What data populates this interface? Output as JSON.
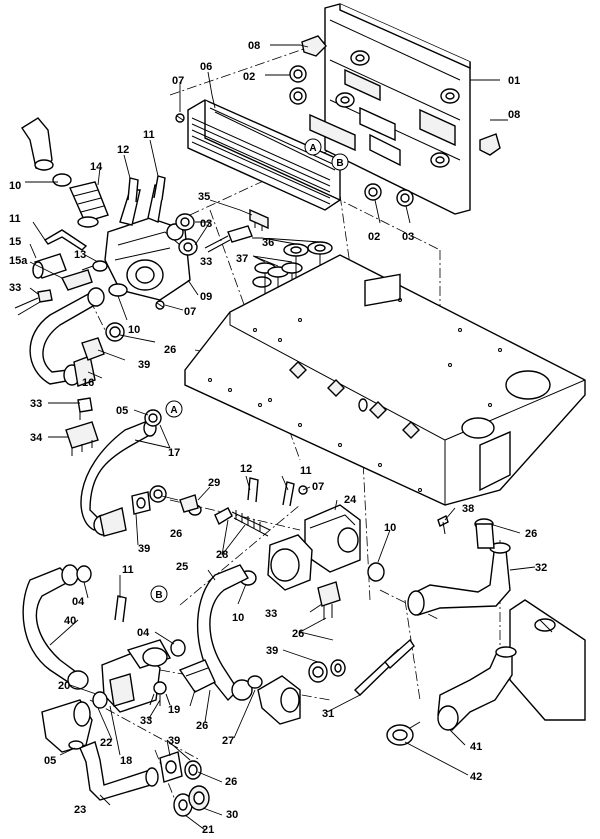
{
  "labels": [
    {
      "id": "l01",
      "text": "01"
    },
    {
      "id": "l02a",
      "text": "02"
    },
    {
      "id": "l02b",
      "text": "02"
    },
    {
      "id": "l03a",
      "text": "03"
    },
    {
      "id": "l03b",
      "text": "03"
    },
    {
      "id": "l04a",
      "text": "04"
    },
    {
      "id": "l04b",
      "text": "04"
    },
    {
      "id": "l05a",
      "text": "05"
    },
    {
      "id": "l05b",
      "text": "05"
    },
    {
      "id": "l06",
      "text": "06"
    },
    {
      "id": "l07a",
      "text": "07"
    },
    {
      "id": "l07b",
      "text": "07"
    },
    {
      "id": "l07c",
      "text": "07"
    },
    {
      "id": "l08a",
      "text": "08"
    },
    {
      "id": "l08b",
      "text": "08"
    },
    {
      "id": "l09",
      "text": "09"
    },
    {
      "id": "l10a",
      "text": "10"
    },
    {
      "id": "l10b",
      "text": "10"
    },
    {
      "id": "l10c",
      "text": "10"
    },
    {
      "id": "l10d",
      "text": "10"
    },
    {
      "id": "l11a",
      "text": "11"
    },
    {
      "id": "l11b",
      "text": "11"
    },
    {
      "id": "l11c",
      "text": "11"
    },
    {
      "id": "l11d",
      "text": "11"
    },
    {
      "id": "l12a",
      "text": "12"
    },
    {
      "id": "l12b",
      "text": "12"
    },
    {
      "id": "l13",
      "text": "13"
    },
    {
      "id": "l14",
      "text": "14"
    },
    {
      "id": "l15",
      "text": "15"
    },
    {
      "id": "l15a",
      "text": "15a"
    },
    {
      "id": "l16",
      "text": "16"
    },
    {
      "id": "l17",
      "text": "17"
    },
    {
      "id": "l18",
      "text": "18"
    },
    {
      "id": "l19",
      "text": "19"
    },
    {
      "id": "l20",
      "text": "20"
    },
    {
      "id": "l21",
      "text": "21"
    },
    {
      "id": "l22",
      "text": "22"
    },
    {
      "id": "l23",
      "text": "23"
    },
    {
      "id": "l24",
      "text": "24"
    },
    {
      "id": "l25",
      "text": "25"
    },
    {
      "id": "l26a",
      "text": "26"
    },
    {
      "id": "l26b",
      "text": "26"
    },
    {
      "id": "l26c",
      "text": "26"
    },
    {
      "id": "l26d",
      "text": "26"
    },
    {
      "id": "l26e",
      "text": "26"
    },
    {
      "id": "l26f",
      "text": "26"
    },
    {
      "id": "l27",
      "text": "27"
    },
    {
      "id": "l28",
      "text": "28"
    },
    {
      "id": "l29",
      "text": "29"
    },
    {
      "id": "l30",
      "text": "30"
    },
    {
      "id": "l31",
      "text": "31"
    },
    {
      "id": "l32",
      "text": "32"
    },
    {
      "id": "l33a",
      "text": "33"
    },
    {
      "id": "l33b",
      "text": "33"
    },
    {
      "id": "l33c",
      "text": "33"
    },
    {
      "id": "l33d",
      "text": "33"
    },
    {
      "id": "l33e",
      "text": "33"
    },
    {
      "id": "l34",
      "text": "34"
    },
    {
      "id": "l35",
      "text": "35"
    },
    {
      "id": "l36",
      "text": "36"
    },
    {
      "id": "l37",
      "text": "37"
    },
    {
      "id": "l38",
      "text": "38"
    },
    {
      "id": "l39a",
      "text": "39"
    },
    {
      "id": "l39b",
      "text": "39"
    },
    {
      "id": "l39c",
      "text": "39"
    },
    {
      "id": "l39d",
      "text": "39"
    },
    {
      "id": "l40",
      "text": "40"
    },
    {
      "id": "l41",
      "text": "41"
    },
    {
      "id": "l42",
      "text": "42"
    }
  ],
  "refs": [
    {
      "id": "rA1",
      "text": "A"
    },
    {
      "id": "rB1",
      "text": "B"
    },
    {
      "id": "rA2",
      "text": "A"
    },
    {
      "id": "rB2",
      "text": "B"
    }
  ]
}
